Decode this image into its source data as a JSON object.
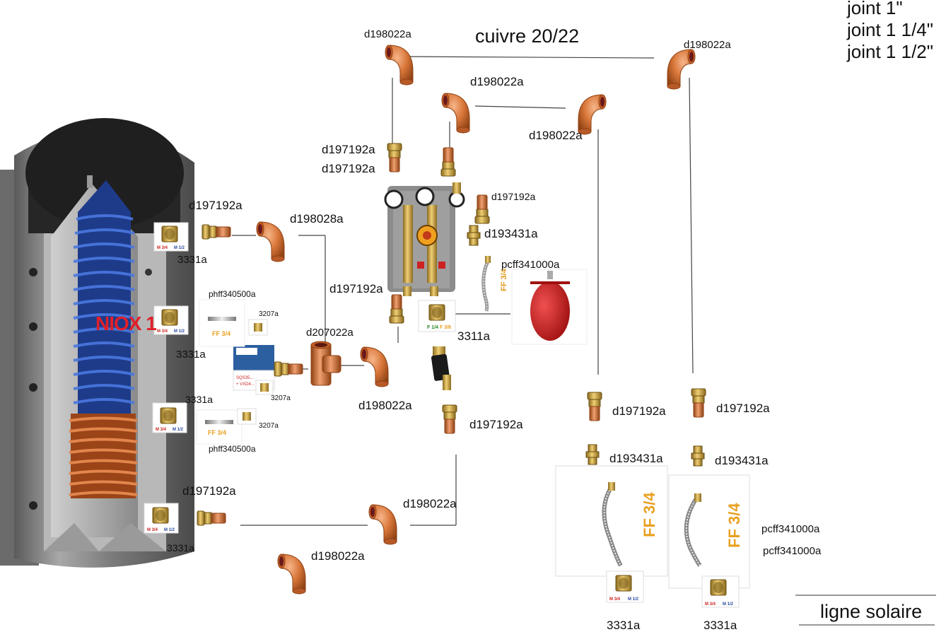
{
  "title": "cuivre 20/22",
  "joints": [
    "joint 1\"",
    "joint 1 1/4\"",
    "joint 1 1/2\""
  ],
  "ligne": "ligne solaire",
  "tank_text": "NIOX 1",
  "colors": {
    "copper": "#d9773a",
    "copper_dark": "#9b4a1c",
    "brass": "#c99a3a",
    "coil_blue": "#2f5fc4",
    "coil_copper": "#c8602e",
    "vessel_red": "#c81f1f",
    "tank_label": "#e0202a"
  },
  "icons": [
    "copper-elbow-icon",
    "copper-tee-icon",
    "brass-union-icon",
    "brass-nipple-icon",
    "reducer-icon",
    "flex-hose-icon",
    "pump-station-icon",
    "expansion-vessel-icon",
    "valve-actuator-icon",
    "flow-meter-icon",
    "tank-icon"
  ],
  "labels": {
    "elbow_top_left": "d198022a",
    "elbow_top_right": "d198022a",
    "elbow_mid_a": "d198022a",
    "elbow_mid_b": "d198022a",
    "union_a": "d197192a",
    "union_b": "d197192a",
    "union_small": "d197192a",
    "nipple_small": "d193431a",
    "hose_top": "pcff341000a",
    "union_left": "d197192a",
    "elbow_left": "d198028a",
    "reducer_1": "3331a",
    "phff_top": "phff340500a",
    "gasket_top": "3207a",
    "reducer_2": "3331a",
    "union_mid": "d197192a",
    "tee": "d207022a",
    "reducer_station": "3311a",
    "elbow_center": "d198022a",
    "reducer_3": "3331a",
    "gasket_mid": "3207a",
    "gasket_bot": "3207a",
    "phff_bot": "phff340500a",
    "union_under_meter": "d197192a",
    "union_right_a": "d197192a",
    "union_right_b": "d197192a",
    "nipple_right_a": "d193431a",
    "nipple_right_b": "d193431a",
    "union_bottom_left": "d197192a",
    "elbow_bottom": "d198022a",
    "reducer_4": "3331a",
    "elbow_loose": "d198022a",
    "hose_right_a": "pcff341000a",
    "hose_right_b": "pcff341000a",
    "reducer_5": "3331a",
    "reducer_6": "3331a"
  },
  "tile_text": {
    "m34": "M 3/4",
    "m12": "M 1/2",
    "ff34": "FF 3/4",
    "f14": "F 1/4",
    "f38": "F 3/8",
    "vxd": "SQS35...",
    "vxd2": "+ VXD4..."
  }
}
